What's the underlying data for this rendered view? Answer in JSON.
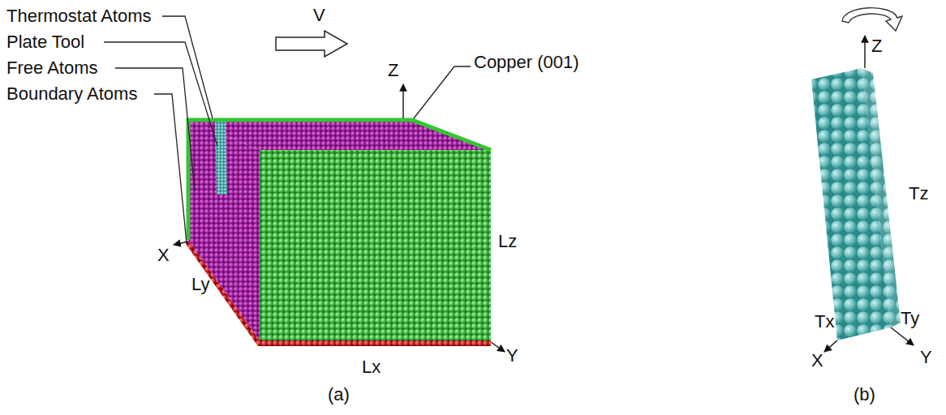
{
  "diagram": {
    "labels": [
      "Thermostat Atoms",
      "Plate Tool",
      "Free Atoms",
      "Boundary Atoms",
      "V",
      "Z",
      "Copper (001)",
      "Lz",
      "X",
      "Ly",
      "Y",
      "Lx",
      "(a)",
      "Z",
      "Tz",
      "Tx",
      "X",
      "Ty",
      "Y",
      "(b)"
    ]
  }
}
